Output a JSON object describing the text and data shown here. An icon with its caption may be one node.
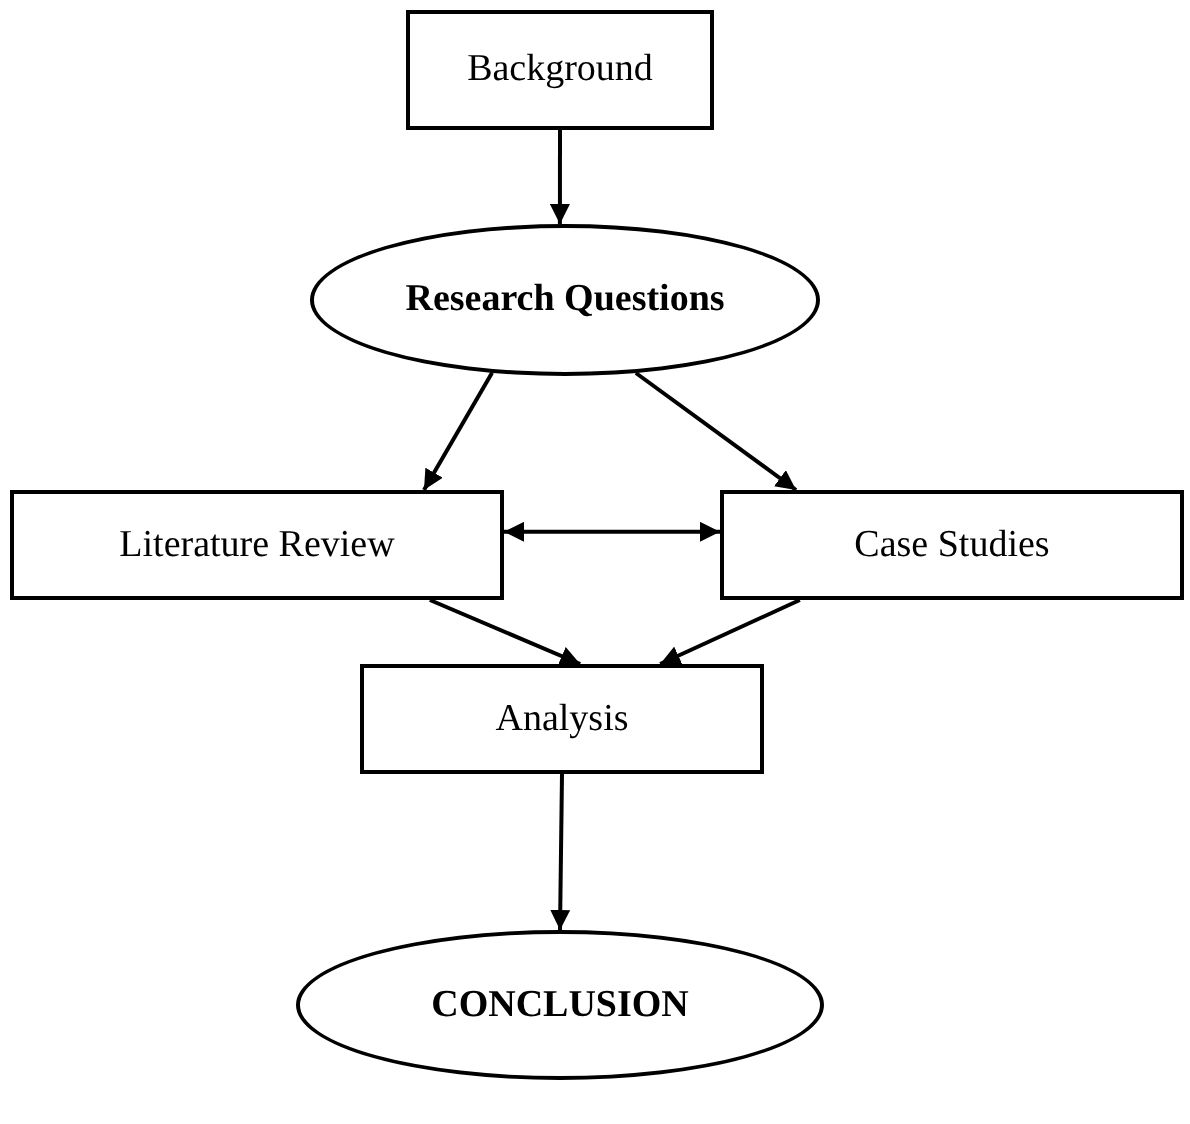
{
  "diagram": {
    "nodes": [
      {
        "text": [
          "Background"
        ]
      },
      {
        "text": [
          "Research Questions"
        ]
      },
      {
        "text": [
          "Literature Review"
        ]
      },
      {
        "text": [
          "Case Studies"
        ]
      },
      {
        "text": [
          "Analysis"
        ]
      },
      {
        "text": [
          "CONCLUSION"
        ]
      }
    ],
    "edges": [
      {
        "from": 0,
        "to": 1,
        "arrow": "to"
      },
      {
        "from": 1,
        "to": 2,
        "arrow": "to"
      },
      {
        "from": 1,
        "to": 3,
        "arrow": "to"
      },
      {
        "from": 2,
        "to": 3,
        "arrow": "both"
      },
      {
        "from": 2,
        "to": 4,
        "arrow": "to"
      },
      {
        "from": 3,
        "to": 4,
        "arrow": "to"
      },
      {
        "from": 4,
        "to": 5,
        "arrow": "to"
      }
    ]
  }
}
